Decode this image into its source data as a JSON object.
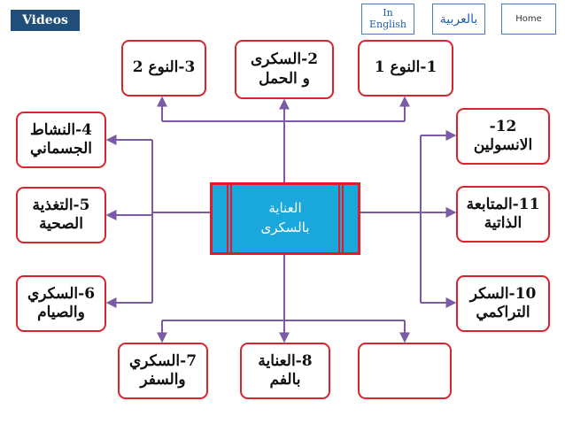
{
  "header": {
    "videos_label": "Videos",
    "english_label": "In\nEnglish",
    "arabic_label": "بالعربية",
    "home_label": "Home"
  },
  "center": {
    "label": "العناية\nبالسكرى"
  },
  "topics": {
    "t1": "1-النوع 1",
    "t2": "2-السكرى\nو الحمل",
    "t3": "3-النوع 2",
    "t4": "4-النشاط\nالجسماني",
    "t5": "5-التغذية\nالصحية",
    "t6": "6-السكري\nوالصيام",
    "t7": "7-السكري\nوالسفر",
    "t8": "8-العناية\nبالفم",
    "t9": "",
    "t10": "10-السكر\nالتراكمي",
    "t11": "11-المتابعة\nالذاتية",
    "t12": "12-\nالانسولين"
  },
  "colors": {
    "connector": "#7b5aa6",
    "box_border": "#d9242f",
    "center_fill": "#1aa8dc",
    "videos_fill": "#1f4e79"
  }
}
